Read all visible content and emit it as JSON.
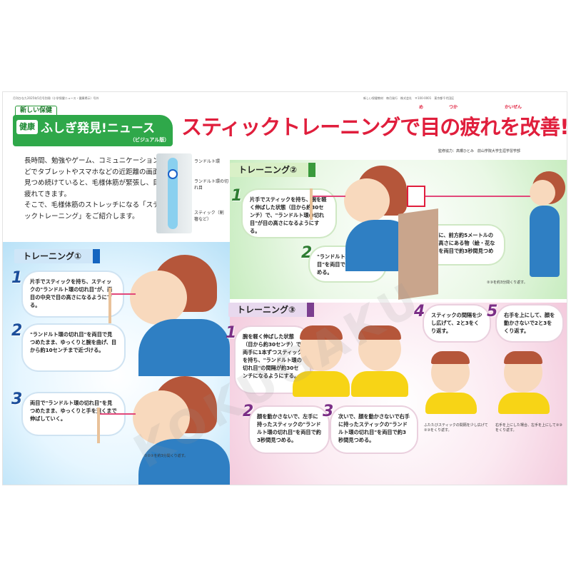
{
  "header": {
    "fine_print_left": "月刊ひなた2025年5月号別冊（小学保健ニュース・健康掲示）号外",
    "fine_print_right": "新しい保健教材　毎月発行　株式会社　〒100-0001　東京都千代田区",
    "tag": "新しい保健",
    "banner_tag": "健康",
    "banner_title": "ふしぎ発見!ニュース",
    "banner_sub": "（ビジュアル版）",
    "main_title": "スティックトレーニングで目の疲れを改善!",
    "ruby_me": "め",
    "ruby_tsuka": "つか",
    "ruby_kaizen": "かいぜん",
    "credit": "監修協力：高橋ひとみ　前山学院大学生涯学習学部"
  },
  "intro": {
    "p1": "長時間、勉強やゲーム、コミュニケーションなどでタブレットやスマホなどの近距離の画面を見つめ続けていると、毛様体筋が緊張し、目が疲れてきます。",
    "p2": "そこで、毛様体筋のストレッチになる「スティックトレーニング」をご紹介します。"
  },
  "photo": {
    "label_1": "ランドルト環",
    "label_2": "ランドルト環の切れ目",
    "label_3": "スティック（割箸など）"
  },
  "training1": {
    "title": "トレーニング①",
    "steps": [
      {
        "num": "1",
        "text": "片手でスティックを持ち、スティックの\"ランドルト環の切れ目\"が、両目の中央で目の高さになるようにする。"
      },
      {
        "num": "2",
        "text": "\"ランドルト環の切れ目\"を両目で見つめたまま、ゆっくりと腕を曲げ、目から約10センチまで近づける。"
      },
      {
        "num": "3",
        "text": "両目で\"ランドルト環の切れ目\"を見つめたまま、ゆっくりと手を遠くまで伸ばしていく。"
      }
    ],
    "note": "①②③を約3分間くり返す。"
  },
  "training2": {
    "title": "トレーニング②",
    "steps": [
      {
        "num": "1",
        "text": "片手でスティックを持ち、腕を軽く伸ばした状態（目から約30センチ）で、\"ランドルト環の切れ目\"が目の高さになるようにする。"
      },
      {
        "num": "2",
        "text": "\"ランドルト環の切れ目\"を両目で約3秒間見つめる。"
      },
      {
        "num": "3",
        "text": "つぎに、前方約5メートルの目の高さにある物（絵・花など）を両目で約3秒間見つめる。"
      }
    ],
    "note": "②③を約3分間くり返す。"
  },
  "training3": {
    "title": "トレーニング③",
    "steps": [
      {
        "num": "1",
        "text": "腕を軽く伸ばした状態（目から約30センチ）で両手に1本ずつスティックを持ち、\"ランドルト環の切れ目\"の間隔が約30センチになるようにする。"
      },
      {
        "num": "2",
        "text": "顔を動かさないで、左手に持ったスティックの\"ランドルト環の切れ目\"を両目で約3秒間見つめる。"
      },
      {
        "num": "3",
        "text": "次いで、顔を動かさないで右手に持ったスティックの\"ランドルト環の切れ目\"を両目で約3秒間見つめる。"
      },
      {
        "num": "4",
        "text": "スティックの間隔を少し広げて、2と3をくり返す。"
      },
      {
        "num": "5",
        "text": "右手を上にして、顔を動かさないで2と3をくり返す。"
      }
    ],
    "note4": "ふたたびスティックの間隔を少し広げて②③をくり返す。",
    "note5": "右手を上にした場合、左手を上にして②③をくり返す。"
  },
  "watermark": "KOKUGAKU",
  "colors": {
    "title_red": "#e01e3c",
    "banner_green": "#2fa84a",
    "t1": "#1565c0",
    "t2": "#3a9a3c",
    "t3": "#7b3f8f"
  }
}
